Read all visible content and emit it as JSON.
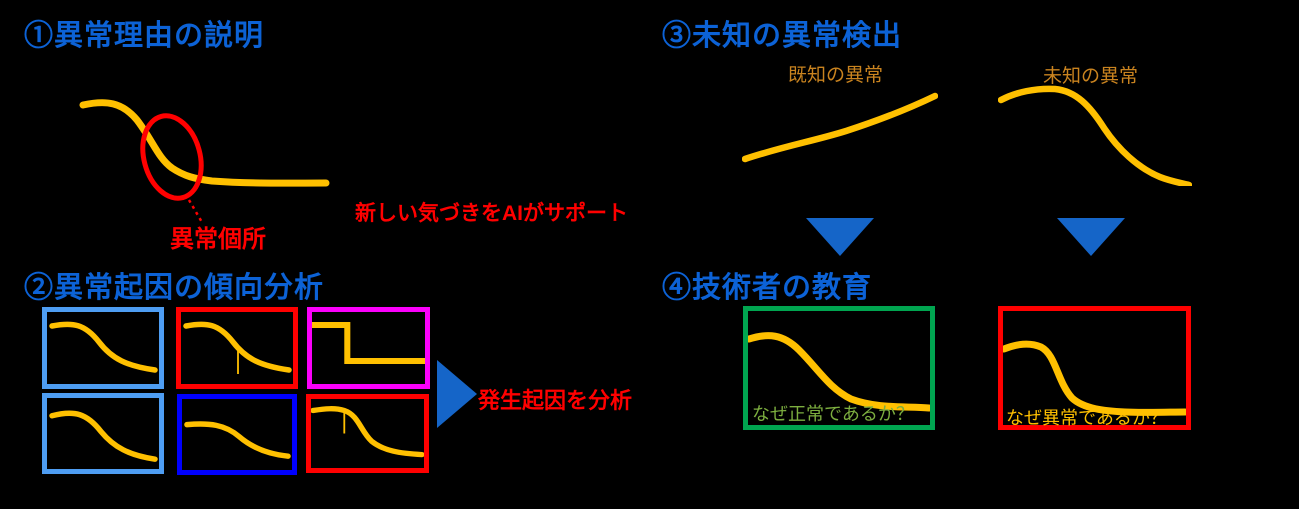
{
  "colors": {
    "background": "#000000",
    "title_blue": "#0c62d6",
    "curve_yellow": "#ffc000",
    "red": "#ff0000",
    "magenta": "#fb00fb",
    "pure_blue": "#0000fe",
    "light_blue": "#4e9df2",
    "green_border": "#00a550",
    "green_text": "#7cae3f",
    "gold_text": "#ffc000",
    "orange_label": "#c9831f",
    "arrow_blue": "#1565c8"
  },
  "sections": {
    "explain": {
      "title": "①異常理由の説明",
      "anomaly_spot_label": "異常個所",
      "support_note": "新しい気づきをAIがサポート"
    },
    "trend": {
      "title": "②異常起因の傾向分析",
      "analysis_note": "発生起因を分析",
      "pattern_boxes": [
        {
          "id": "pattern-1",
          "border": "#4e9df2"
        },
        {
          "id": "pattern-2",
          "border": "#ff0000"
        },
        {
          "id": "pattern-3",
          "border": "#fb00fb"
        },
        {
          "id": "pattern-4",
          "border": "#4e9df2"
        },
        {
          "id": "pattern-5",
          "border": "#0000fe"
        },
        {
          "id": "pattern-6",
          "border": "#ff0000"
        }
      ]
    },
    "unknown": {
      "title": "③未知の異常検出",
      "known_label": "既知の異常",
      "unknown_label": "未知の異常"
    },
    "education": {
      "title": "④技術者の教育",
      "normal_question": "なぜ正常であるか？",
      "abnormal_question": "なぜ異常であるか？"
    }
  }
}
